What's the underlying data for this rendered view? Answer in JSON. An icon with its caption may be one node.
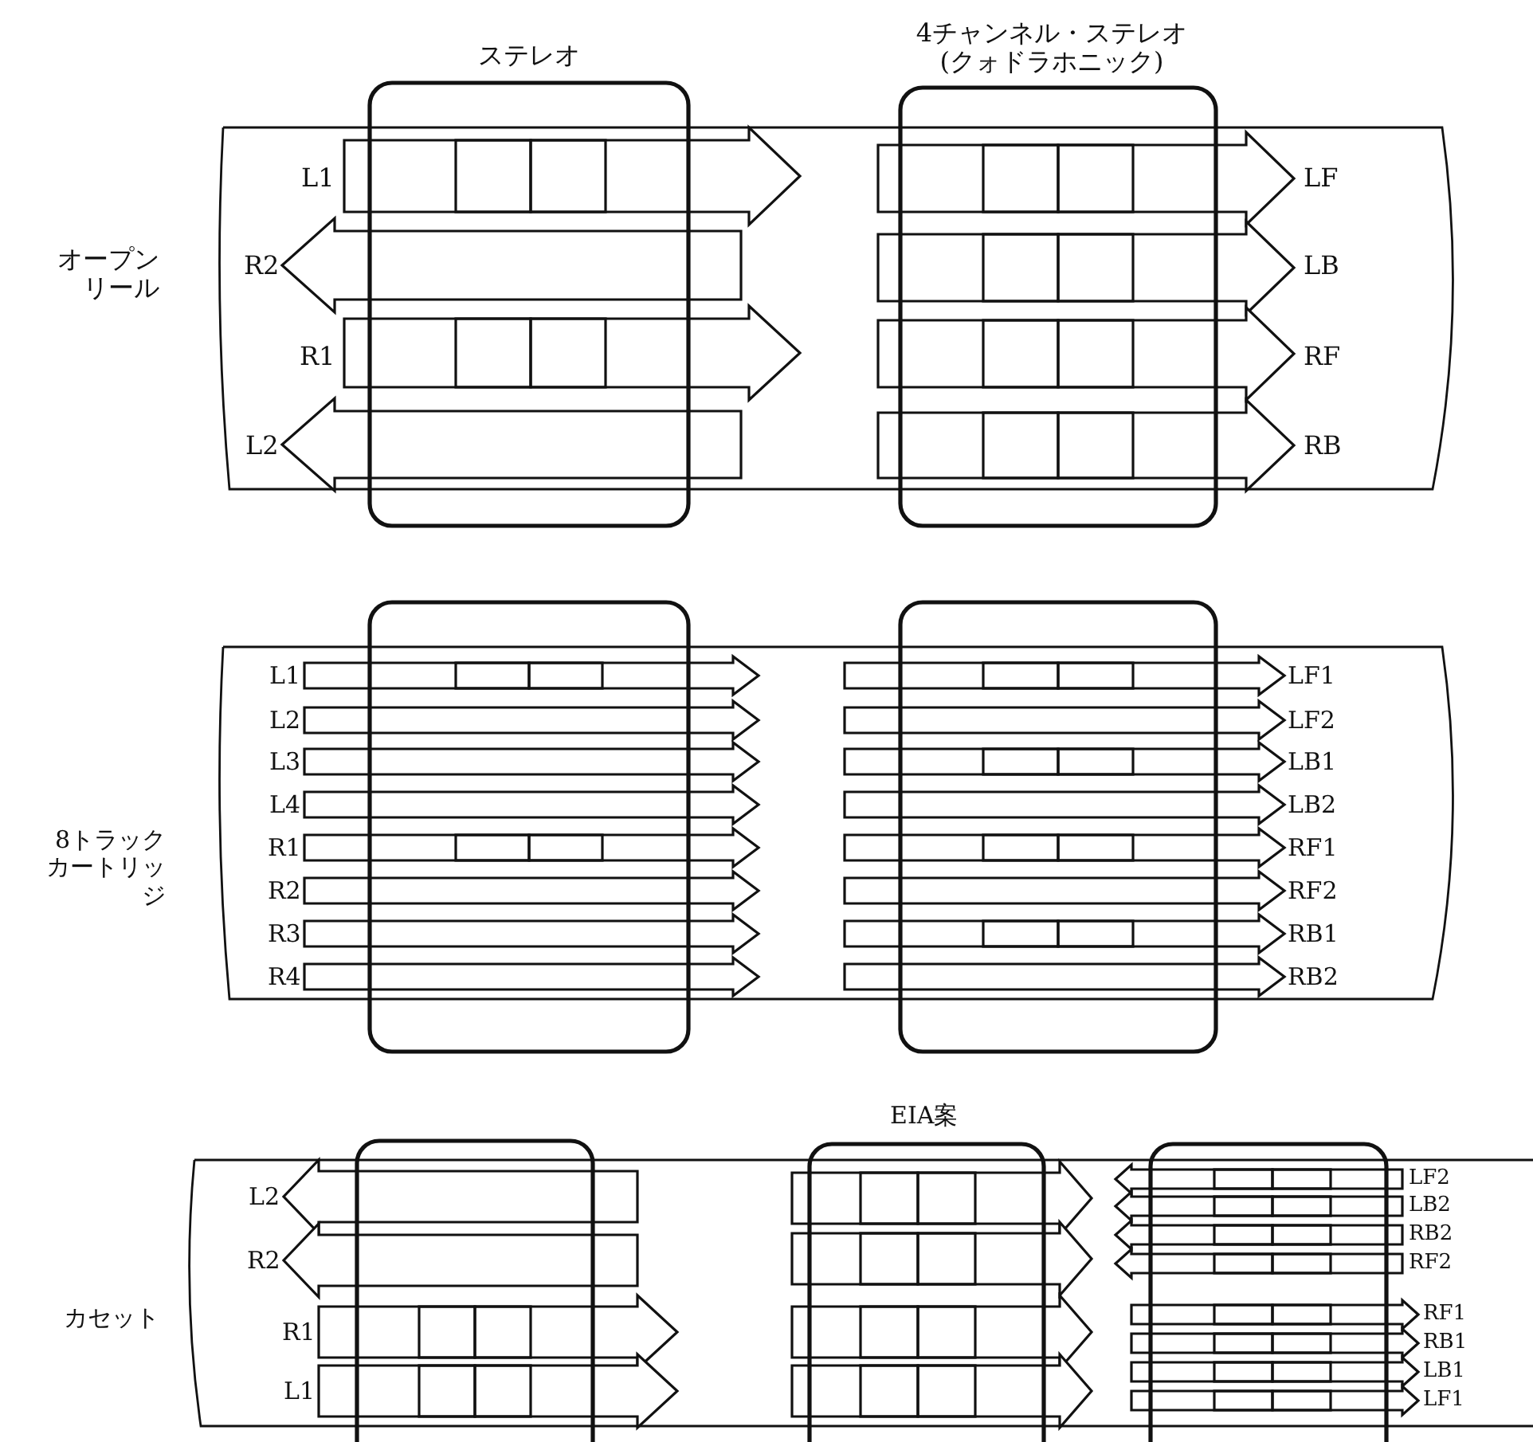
{
  "diagram": {
    "labels": [
      "ステレオ",
      "4チャンネル・ステレオ(クォドラホニック)",
      "L1",
      "LF",
      "オープンリール",
      "R2",
      "LB",
      "R1",
      "RF",
      "L2",
      "RB",
      "L1",
      "LF1",
      "L2",
      "LF2",
      "L3",
      "LB1",
      "L4",
      "LB2",
      "8トラックカートリッジ",
      "R1",
      "RF1",
      "R2",
      "RF2",
      "R3",
      "RB1",
      "R4",
      "RB2",
      "EIA案",
      "L2",
      "LF2",
      "LB2",
      "R2",
      "RB2",
      "RF2",
      "カセット",
      "R1",
      "RF1",
      "RB1",
      "L1",
      "LB1",
      "LF1"
    ]
  }
}
